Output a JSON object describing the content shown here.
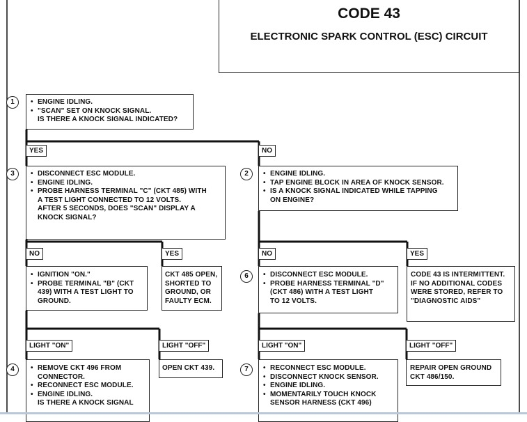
{
  "header": {
    "code": "CODE 43",
    "subtitle": "ELECTRONIC SPARK CONTROL (ESC) CIRCUIT"
  },
  "steps": {
    "s1": {
      "number": "1",
      "lines": [
        "ENGINE IDLING.",
        "\"SCAN\" SET ON KNOCK SIGNAL.",
        "IS THERE A KNOCK SIGNAL INDICATED?"
      ]
    },
    "s3": {
      "number": "3",
      "lines": [
        "DISCONNECT ESC MODULE.",
        "ENGINE IDLING.",
        "PROBE HARNESS TERMINAL \"C\" (CKT 485) WITH",
        "A TEST LIGHT CONNECTED TO 12 VOLTS.",
        "AFTER 5 SECONDS, DOES \"SCAN\" DISPLAY A",
        "KNOCK SIGNAL?"
      ]
    },
    "s2": {
      "number": "2",
      "lines": [
        "ENGINE IDLING.",
        "TAP ENGINE BLOCK IN AREA OF KNOCK SENSOR.",
        "IS A KNOCK SIGNAL INDICATED WHILE TAPPING",
        "ON ENGINE?"
      ]
    },
    "s5": {
      "lines": [
        "IGNITION \"ON.\"",
        "PROBE TERMINAL \"B\" (CKT",
        "439) WITH A TEST LIGHT TO",
        "GROUND."
      ]
    },
    "r485": {
      "lines": [
        "CKT 485 OPEN,",
        "SHORTED TO",
        "GROUND, OR",
        "FAULTY ECM."
      ]
    },
    "s6": {
      "number": "6",
      "lines": [
        "DISCONNECT ESC MODULE.",
        "PROBE HARNESS TERMINAL \"D\"",
        "(CKT 486) WITH A TEST LIGHT",
        "TO 12 VOLTS."
      ]
    },
    "rint": {
      "lines": [
        "CODE 43 IS INTERMITTENT.",
        "IF NO ADDITIONAL CODES",
        "WERE STORED, REFER TO",
        "\"DIAGNOSTIC AIDS\""
      ]
    },
    "s4": {
      "number": "4",
      "lines": [
        "REMOVE CKT 496 FROM",
        "CONNECTOR.",
        "RECONNECT ESC MODULE.",
        "ENGINE IDLING.",
        "IS THERE A KNOCK SIGNAL"
      ]
    },
    "r439": {
      "lines": [
        "OPEN CKT 439."
      ]
    },
    "s7": {
      "number": "7",
      "lines": [
        "RECONNECT ESC MODULE.",
        "DISCONNECT KNOCK SENSOR.",
        "ENGINE IDLING.",
        "MOMENTARILY TOUCH KNOCK",
        "SENSOR HARNESS (CKT 496)"
      ]
    },
    "rgnd": {
      "lines": [
        "REPAIR OPEN GROUND",
        "CKT 486/150."
      ]
    }
  },
  "labels": {
    "yes": "YES",
    "no": "NO",
    "light_on": "LIGHT \"ON\"",
    "light_off": "LIGHT \"OFF\""
  }
}
